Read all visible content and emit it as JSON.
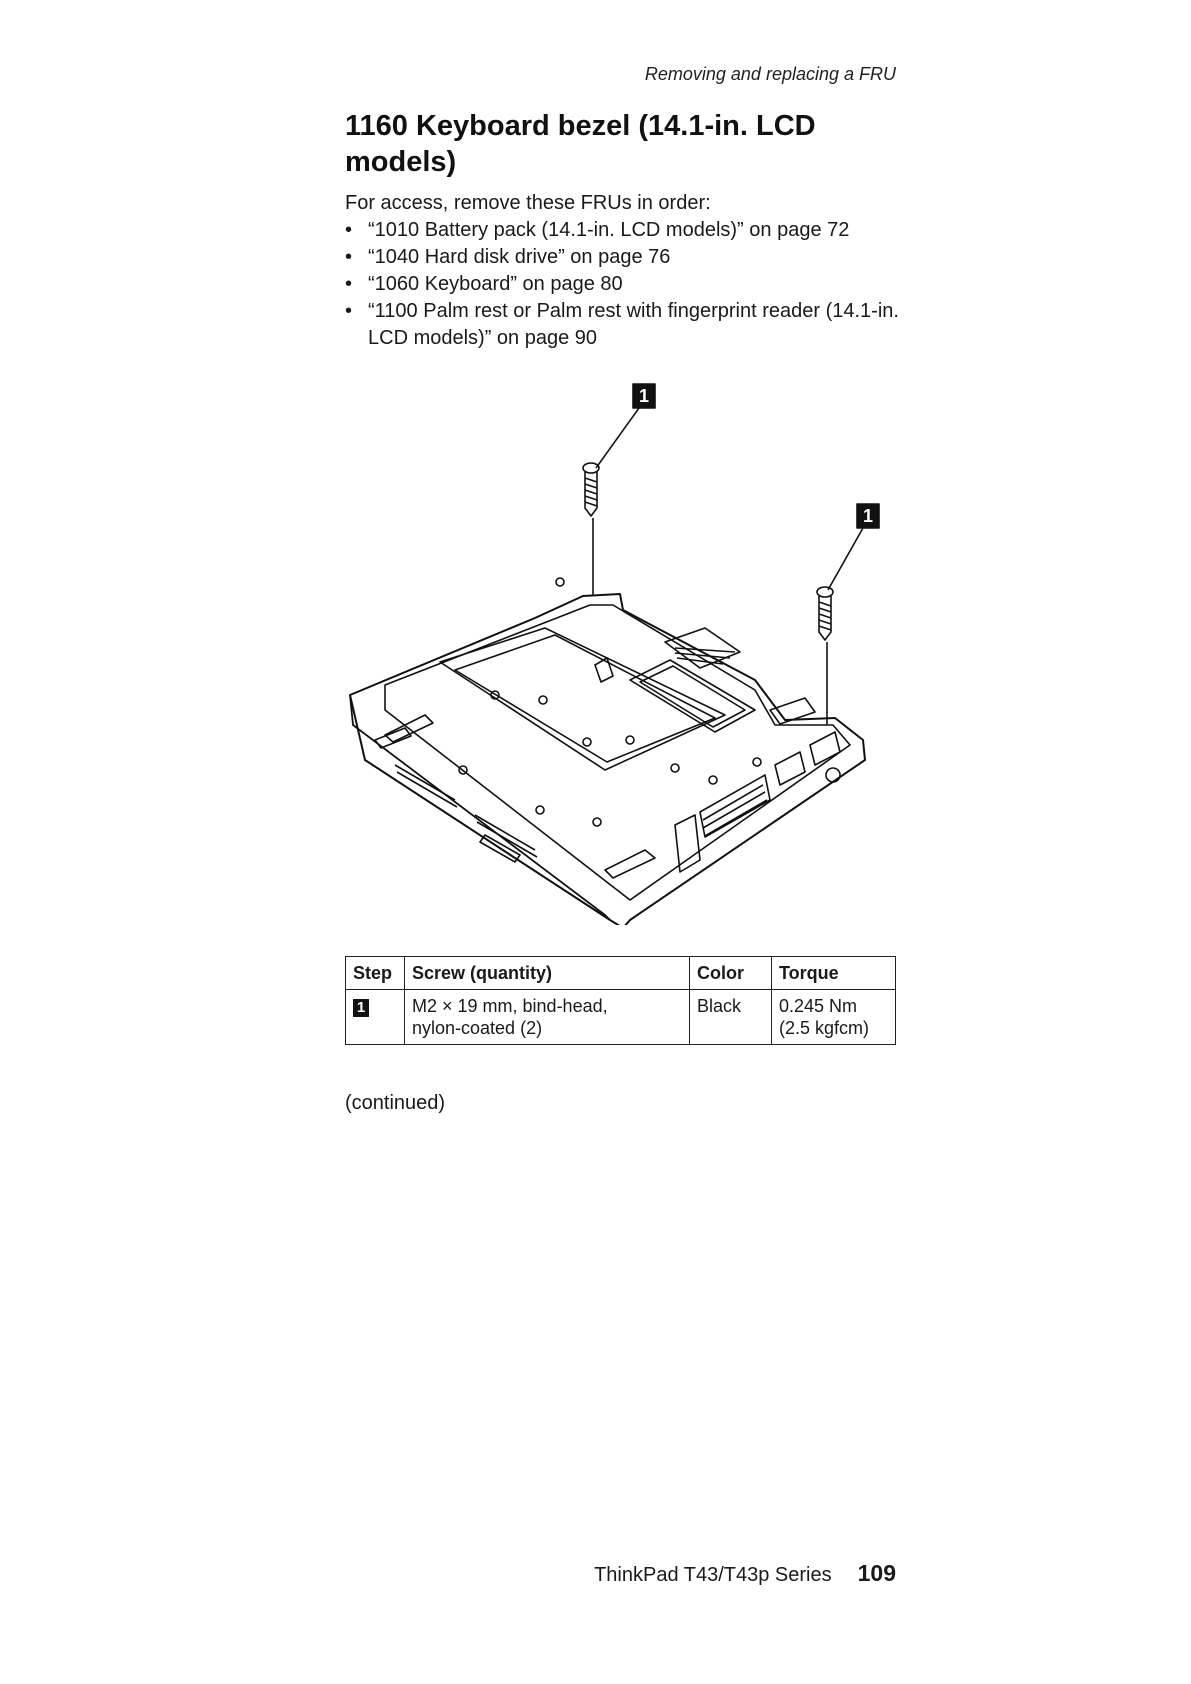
{
  "header": {
    "running_title": "Removing and replacing a FRU"
  },
  "section": {
    "title": "1160 Keyboard bezel (14.1-in. LCD models)",
    "intro": "For access, remove these FRUs in order:",
    "bullet_char": "•",
    "prerequisites": [
      "“1010 Battery pack (14.1-in. LCD models)” on page 72",
      "“1040 Hard disk drive” on page 76",
      "“1060 Keyboard” on page 80",
      "“1100 Palm rest or Palm rest with fingerprint reader (14.1-in. LCD models)” on page 90"
    ]
  },
  "figure": {
    "callouts": [
      "1",
      "1"
    ]
  },
  "table": {
    "headers": [
      "Step",
      "Screw (quantity)",
      "Color",
      "Torque"
    ],
    "rows": [
      {
        "step": "1",
        "screw_line1": "M2 × 19 mm, bind-head,",
        "screw_line2": "nylon-coated (2)",
        "color": "Black",
        "torque_line1": "0.245 Nm",
        "torque_line2": "(2.5 kgfcm)"
      }
    ]
  },
  "continued": "(continued)",
  "footer": {
    "series": "ThinkPad T43/T43p Series",
    "page_number": "109"
  }
}
